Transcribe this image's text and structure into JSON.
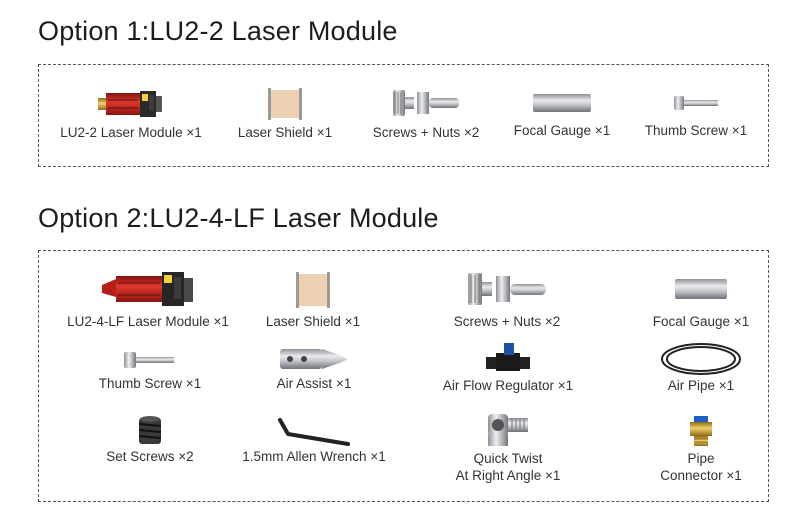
{
  "option1": {
    "title": "Option 1:LU2-2 Laser Module",
    "items": [
      {
        "label": "LU2-2 Laser Module ×1",
        "icon": "laser-module-icon"
      },
      {
        "label": "Laser Shield ×1",
        "icon": "laser-shield-icon"
      },
      {
        "label": "Screws + Nuts ×2",
        "icon": "screws-nuts-icon"
      },
      {
        "label": "Focal Gauge ×1",
        "icon": "focal-gauge-icon"
      },
      {
        "label": "Thumb Screw ×1",
        "icon": "thumb-screw-icon"
      }
    ]
  },
  "option2": {
    "title": "Option 2:LU2-4-LF Laser Module",
    "items": [
      {
        "label": "LU2-4-LF Laser Module ×1",
        "icon": "laser-module-lf-icon"
      },
      {
        "label": "Laser Shield ×1",
        "icon": "laser-shield-icon"
      },
      {
        "label": "Screws + Nuts ×2",
        "icon": "screws-nuts-icon"
      },
      {
        "label": "Focal Gauge ×1",
        "icon": "focal-gauge-icon"
      },
      {
        "label": "Thumb Screw ×1",
        "icon": "thumb-screw-icon"
      },
      {
        "label": "Air Assist ×1",
        "icon": "air-assist-nozzle-icon"
      },
      {
        "label": "Air Flow Regulator ×1",
        "icon": "air-flow-regulator-icon"
      },
      {
        "label": "Air Pipe ×1",
        "icon": "air-pipe-icon"
      },
      {
        "label": "Set Screws ×2",
        "icon": "set-screw-icon"
      },
      {
        "label": "1.5mm Allen Wrench ×1",
        "icon": "allen-wrench-icon"
      },
      {
        "label": "Quick Twist\nAt Right Angle ×1",
        "icon": "quick-twist-icon"
      },
      {
        "label": "Pipe\nConnector ×1",
        "icon": "pipe-connector-icon"
      }
    ]
  },
  "colors": {
    "laser_red": "#c8251c",
    "shield": "#e8c9a8",
    "metal": "#b9bcc0",
    "border": "#555555"
  }
}
